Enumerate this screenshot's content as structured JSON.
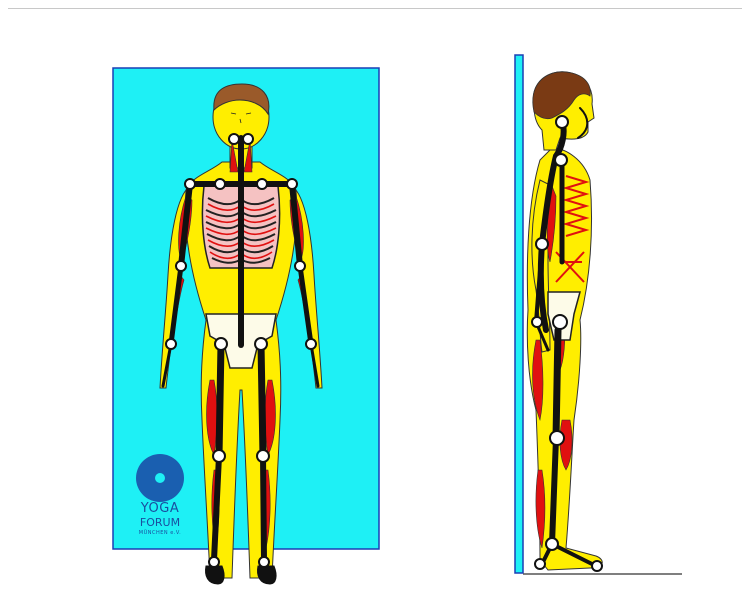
{
  "logo": {
    "line1": "YOGA",
    "line2": "FORUM",
    "line3": "MÜNCHEN e.V."
  },
  "colors": {
    "backdrop": "#1ef0f5",
    "backdrop_border": "#1a3fb5",
    "body": "#ffee00",
    "muscle": "#e01010",
    "bone": "#111111",
    "joint": "#ffffff",
    "hair": "#8b4513",
    "logo": "#1a5fb0"
  },
  "figures": [
    {
      "name": "front-view"
    },
    {
      "name": "side-view"
    }
  ]
}
